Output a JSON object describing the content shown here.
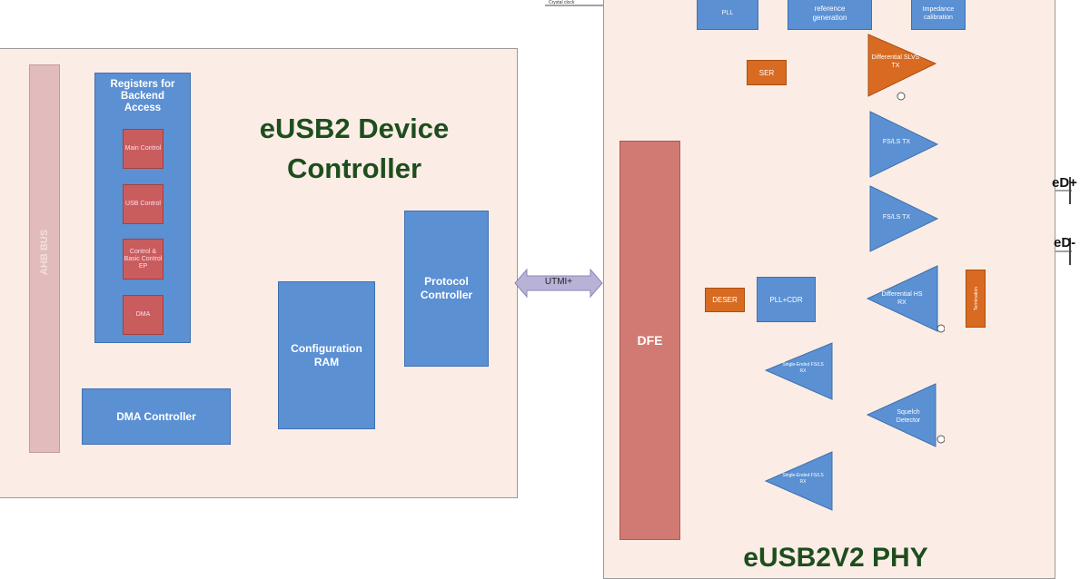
{
  "controller": {
    "title_line1": "eUSB2 Device",
    "title_line2": "Controller",
    "ahb_bus": "AHB BUS",
    "registers_title": "Registers for Backend Access",
    "registers": [
      {
        "label": "Main Control"
      },
      {
        "label": "USB Control"
      },
      {
        "label": "Control & Basic Control EP"
      },
      {
        "label": "DMA"
      }
    ],
    "dma_controller": "DMA Controller",
    "configuration_ram": "Configuration RAM",
    "protocol_controller": "Protocol Controller"
  },
  "interface": {
    "utmi": "UTMI+"
  },
  "phy": {
    "title": "eUSB2V2 PHY",
    "crystal_clock": "Crystal clock",
    "pll": "PLL",
    "reference_generation": "reference generation",
    "impedance_calibration": "Impedance calibration",
    "ser": "SER",
    "deser": "DESER",
    "pll_cdr": "PLL+CDR",
    "dfe": "DFE",
    "tx_diff": "Differential SLVS TX",
    "fs_ls_tx_1": "FS/LS TX",
    "fs_ls_tx_2": "FS/LS TX",
    "diff_hs_rx": "Differential HS RX",
    "se_rx_1": "Single-Ended FS/LS RX",
    "squelch": "Squelch Detector",
    "se_rx_2": "Single-Ended FS/LS RX",
    "termination": "Termination",
    "ed_plus": "eD+",
    "ed_minus": "eD-"
  },
  "colors": {
    "panel_fill": "#fbede5",
    "block_blue": "#5b90d3",
    "block_red": "#c95d5d",
    "block_orange": "#d86b21",
    "title_green": "#1e4d1e"
  }
}
